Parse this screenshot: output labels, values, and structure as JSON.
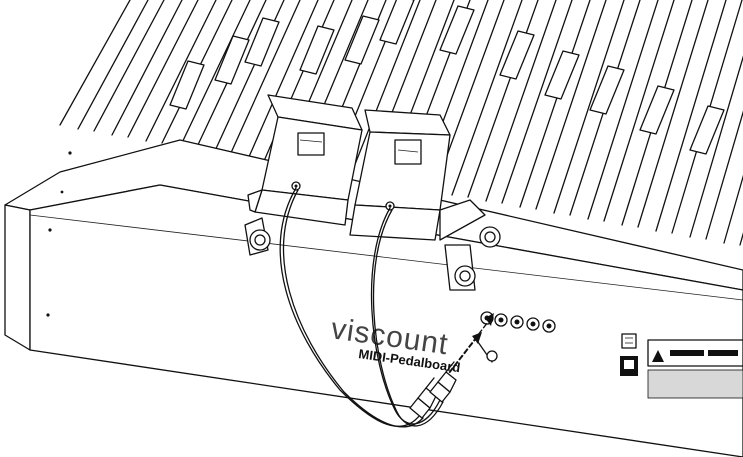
{
  "labels": {
    "brand": "viscount",
    "product": "MIDI-Pedalboard"
  },
  "colors": {
    "line": "#111111",
    "background": "#ffffff",
    "label_panel": "#d8d8d8"
  },
  "icons": {
    "jack_connector": "1/4-inch-jack-plug",
    "socket": "round-jack-socket",
    "power_switch": "rocker-switch",
    "power_inlet": "iec-power-inlet",
    "warning": "warning-triangle"
  }
}
